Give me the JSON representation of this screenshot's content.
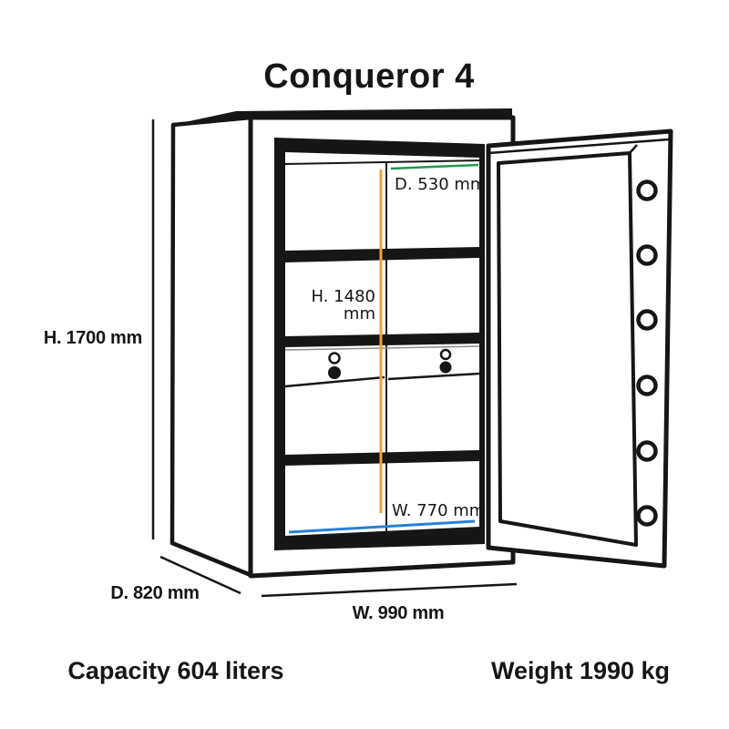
{
  "title": "Conqueror 4",
  "colors": {
    "ink": "#161616",
    "green": "#1e9b4e",
    "orange": "#f2a33e",
    "blue": "#2980d9",
    "gray": "#8c8c8c"
  },
  "external_dimensions": {
    "height": "H. 1700 mm",
    "depth": "D. 820 mm",
    "width": "W. 990 mm"
  },
  "internal_dimensions": {
    "depth": "D. 530 mm",
    "height_line1": "H. 1480",
    "height_line2": "mm",
    "width": "W. 770 mm"
  },
  "specs": {
    "capacity": "Capacity 604 liters",
    "weight": "Weight 1990 kg"
  }
}
